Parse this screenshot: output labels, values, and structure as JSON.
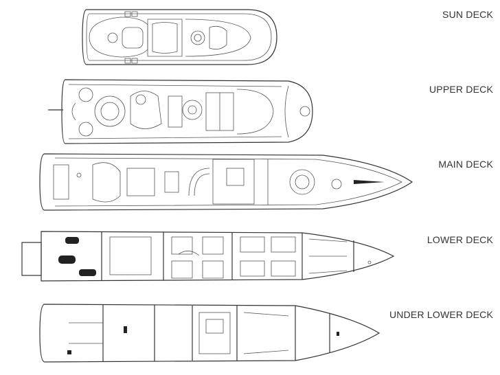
{
  "decks": [
    {
      "id": "sun",
      "label": "SUN DECK"
    },
    {
      "id": "upper",
      "label": "UPPER DECK"
    },
    {
      "id": "main",
      "label": "MAIN DECK"
    },
    {
      "id": "lower",
      "label": "LOWER DECK"
    },
    {
      "id": "under_lower",
      "label": "UNDER LOWER DECK"
    }
  ]
}
